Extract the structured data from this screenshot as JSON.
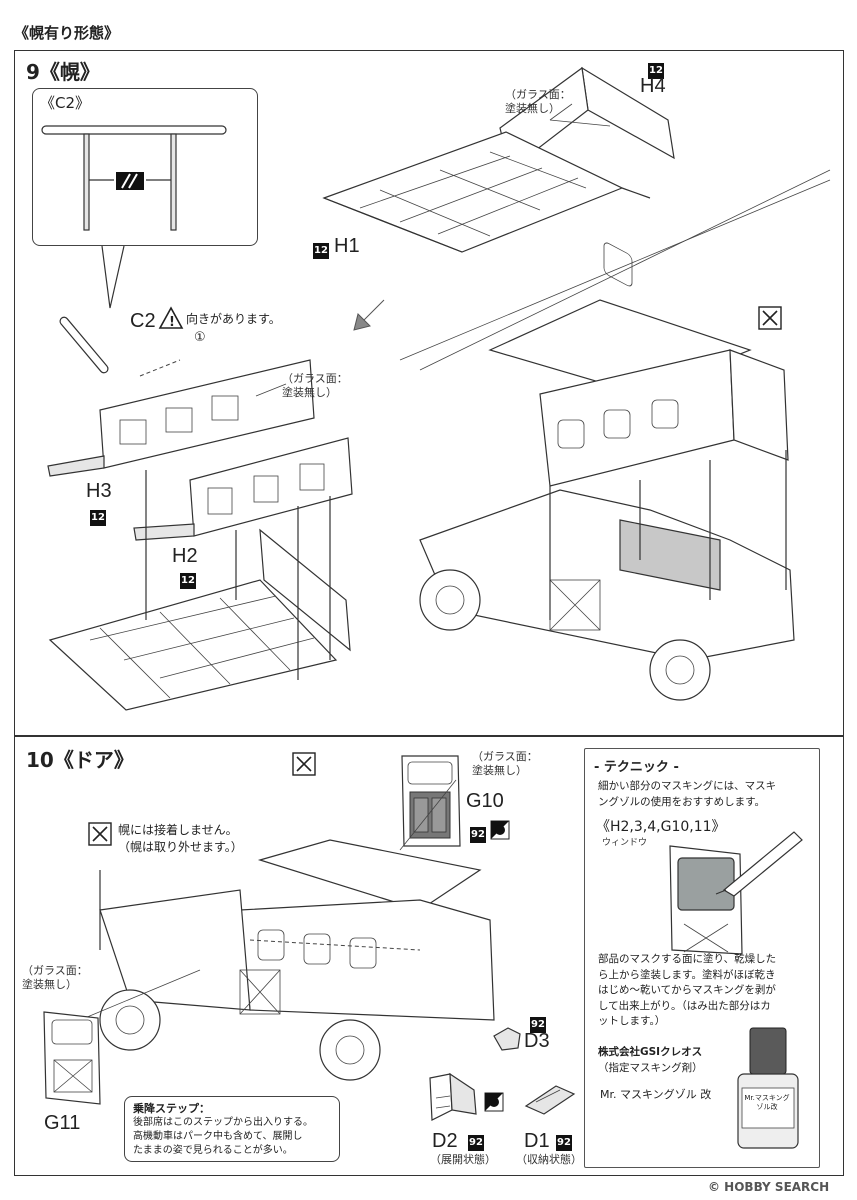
{
  "page_title": "《幌有り形態》",
  "step9": {
    "title": "9《幌》",
    "c2_box_title": "《C2》",
    "c2_label": "C2",
    "c2_warning": "向きがあります。",
    "glass_note_h4": "（ガラス面：\n塗装無し）",
    "glass_note_h2": "（ガラス面：\n塗装無し）",
    "parts": {
      "h4": "H4",
      "h1": "H1",
      "h3": "H3",
      "h2": "H2"
    },
    "paint_code": "12",
    "circle_mark": "①"
  },
  "step10": {
    "title": "10《ドア》",
    "glass_note_g10": "（ガラス面：\n塗装無し）",
    "glass_note_g11": "（ガラス面：\n塗装無し）",
    "no_glue_note": "幌には接着しません。\n（幌は取り外せます。）",
    "parts": {
      "g10": "G10",
      "g11": "G11",
      "d3": "D3",
      "d2": "D2",
      "d1": "D1"
    },
    "paint_code": "92",
    "d2_state": "（展開状態）",
    "d1_state": "（収納状態）",
    "step_box": {
      "title": "乗降ステップ：",
      "body": "後部席はこのステップから出入りする。\n高機動車はパーク中も含めて、展開し\nたままの姿で見られることが多い。"
    }
  },
  "technique": {
    "title": "- テクニック -",
    "intro": "細かい部分のマスキングには、マスキ\nングゾルの使用をおすすめします。",
    "subtitle": "《H2,3,4,G10,11》",
    "window_label": "ウィンドウ",
    "body": "部品のマスクする面に塗り、乾燥した\nら上から塗装します。塗料がほぼ乾き\nはじめ〜乾いてからマスキングを剥が\nして出来上がり。（はみ出た部分はカ\nットします。）",
    "maker": "株式会社GSIクレオス",
    "maker_sub": "（指定マスキング剤）",
    "product": "Mr. マスキングゾル 改",
    "bottle_label": "Mr.マスキングゾル改"
  },
  "watermark": "© HOBBY SEARCH"
}
